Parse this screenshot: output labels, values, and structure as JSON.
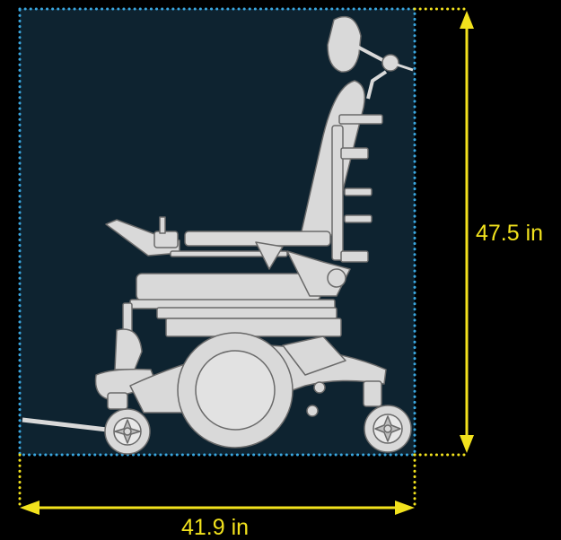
{
  "dimensions": {
    "height": {
      "label": "47.5 in",
      "value": 47.5,
      "unit": "in"
    },
    "width": {
      "label": "41.9 in",
      "value": 41.9,
      "unit": "in"
    }
  },
  "colors": {
    "background": "#000000",
    "panel": "#0e2330",
    "panel_border": "#3aa7e0",
    "dimension": "#f2e21d",
    "wheelchair_fill": "#d9d9d9",
    "wheelchair_stroke": "#6a6a6a"
  },
  "icons": {
    "product": "power-wheelchair-side-view"
  }
}
